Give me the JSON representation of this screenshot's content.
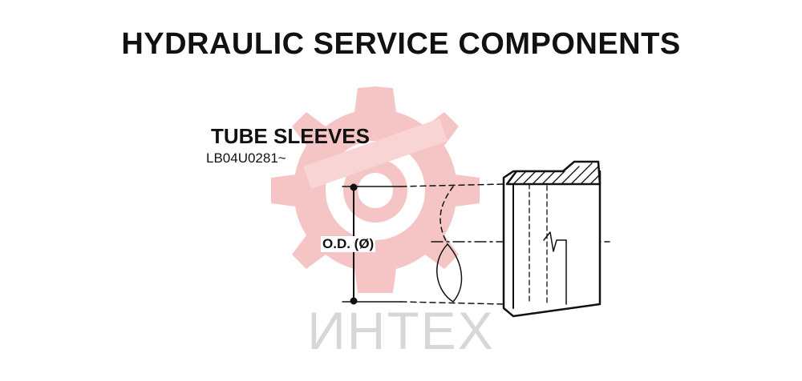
{
  "header": {
    "title": "HYDRAULIC SERVICE COMPONENTS"
  },
  "section": {
    "title": "TUBE SLEEVES",
    "part_number": "LB04U0281~"
  },
  "diagram": {
    "dimension_label": "O.D. (Ø)"
  },
  "watermark": {
    "text": "ИНТЕХ",
    "logo": "gear-logo",
    "logo_color": "#f5c2c2",
    "text_color": "#d7d7d7"
  }
}
